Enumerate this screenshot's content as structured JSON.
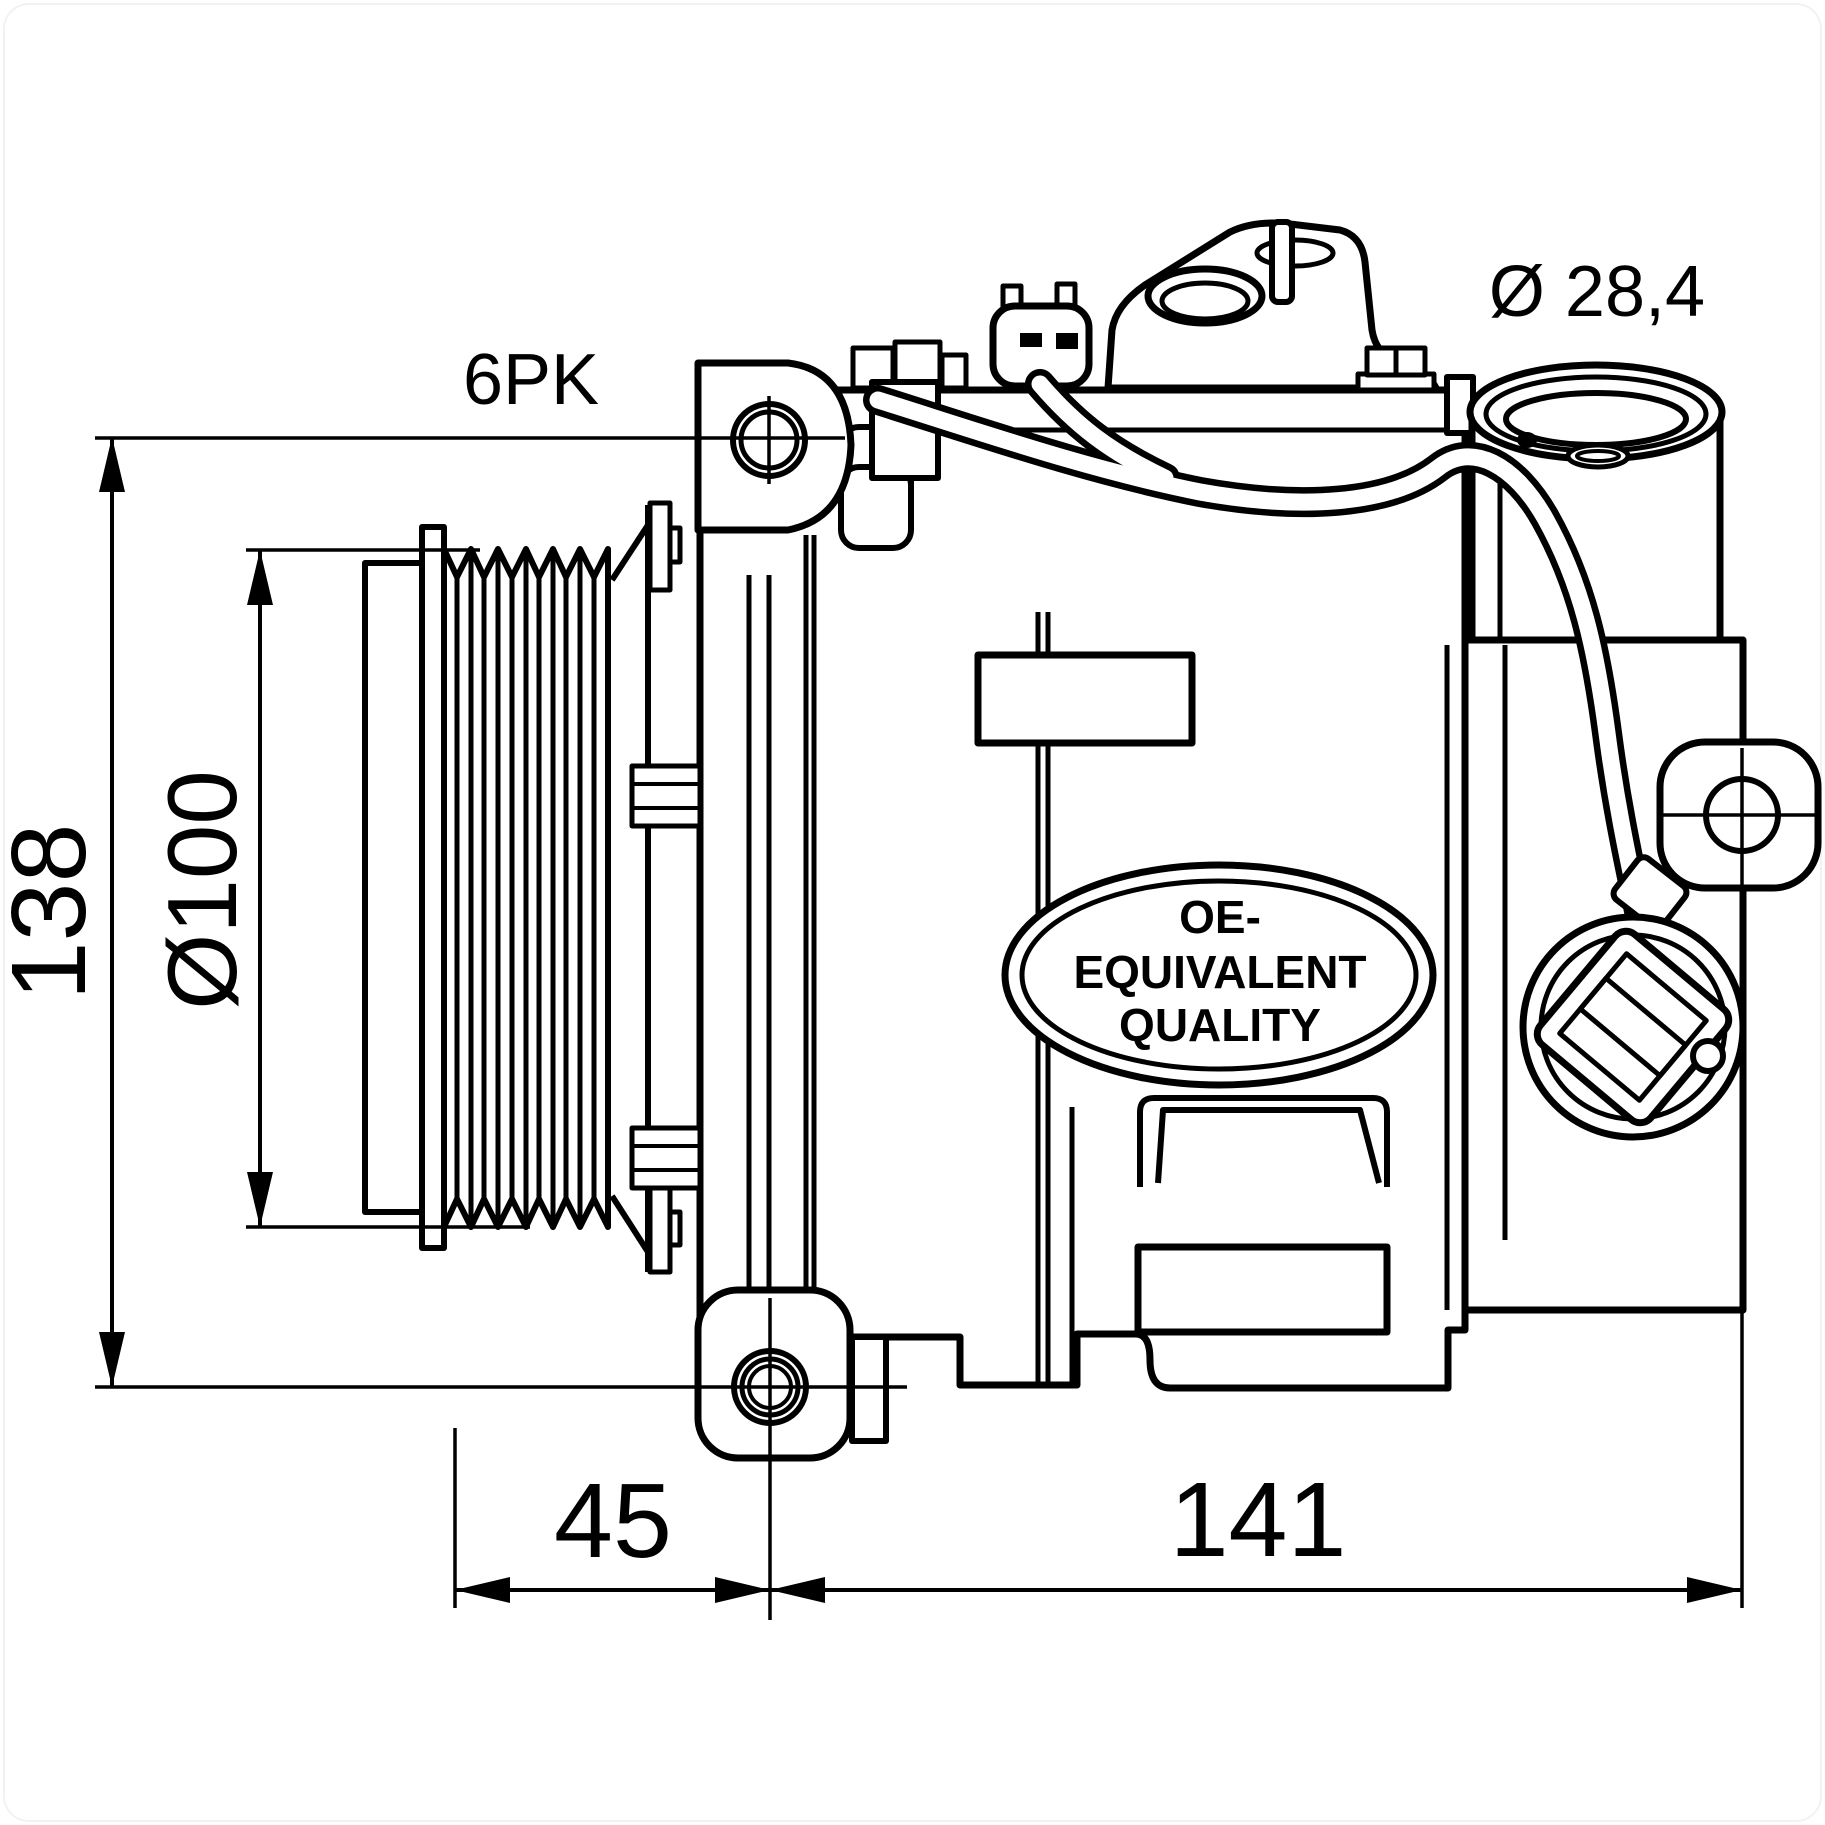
{
  "colors": {
    "line": "#000000",
    "background": "#ffffff"
  },
  "drawing": {
    "type": "technical-line-drawing",
    "subject": "AC compressor with clutch pulley, side view with dimensions",
    "badge": {
      "line1": "OE-",
      "line2": "EQUIVALENT",
      "line3": "QUALITY"
    },
    "dimensions": {
      "overall_height": "138",
      "pulley_diameter": "Ø100",
      "belt_profile": "6PK",
      "port_diameter": "Ø 28,4",
      "pulley_width": "45",
      "body_length": "141"
    }
  }
}
